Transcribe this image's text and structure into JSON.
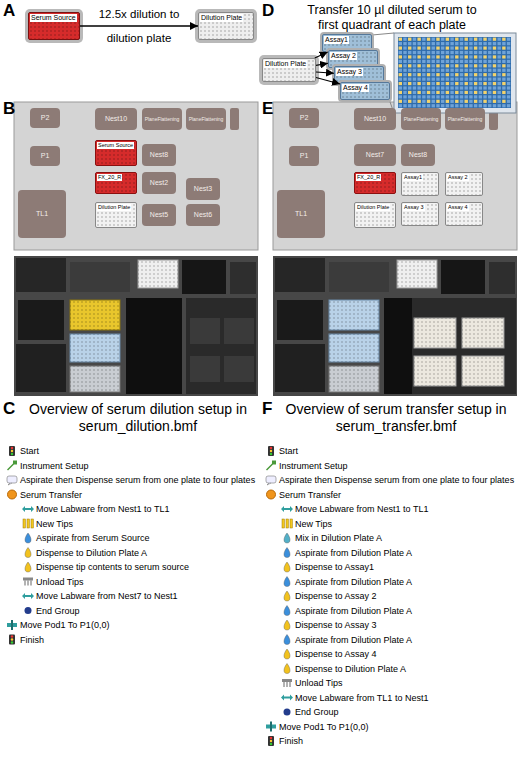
{
  "diagram": {
    "nodes": [
      {
        "text": [
          "Serum Source"
        ]
      },
      {
        "text": [
          "Dilution Plate"
        ]
      },
      {
        "text": [
          "Dilution Plate"
        ]
      },
      {
        "text": [
          "Assay1"
        ]
      },
      {
        "text": [
          "Assay 2"
        ]
      },
      {
        "text": [
          "Assay 3"
        ]
      },
      {
        "text": [
          "Assay 4"
        ]
      },
      {
        "text": [
          "P2"
        ]
      },
      {
        "text": [
          "P1"
        ]
      },
      {
        "text": [
          "TL1"
        ]
      },
      {
        "text": [
          "Nest10"
        ]
      },
      {
        "text": [
          "PlaneFlattening"
        ]
      },
      {
        "text": [
          "PlaneFlattening"
        ]
      },
      {
        "text": [
          "Serum Source"
        ]
      },
      {
        "text": [
          "Nest8"
        ]
      },
      {
        "text": [
          "FX_20_R"
        ]
      },
      {
        "text": [
          "Nest2"
        ]
      },
      {
        "text": [
          "Nest3"
        ]
      },
      {
        "text": [
          "Dilution Plate"
        ]
      },
      {
        "text": [
          "Nest5"
        ]
      },
      {
        "text": [
          "Nest6"
        ]
      },
      {
        "text": [
          "P2"
        ]
      },
      {
        "text": [
          "P1"
        ]
      },
      {
        "text": [
          "TL1"
        ]
      },
      {
        "text": [
          "Nest10"
        ]
      },
      {
        "text": [
          "PlaneFlattening"
        ]
      },
      {
        "text": [
          "PlaneFlattening"
        ]
      },
      {
        "text": [
          "Nest7"
        ]
      },
      {
        "text": [
          "Nest8"
        ]
      },
      {
        "text": [
          "FX_20_R"
        ]
      },
      {
        "text": [
          "Assay1"
        ]
      },
      {
        "text": [
          "Assay 2"
        ]
      },
      {
        "text": [
          "Dilution Plate"
        ]
      },
      {
        "text": [
          "Assay 3"
        ]
      },
      {
        "text": [
          "Assay 4"
        ]
      }
    ],
    "edges": [
      {
        "from": 0,
        "to": 1,
        "arrow": "to",
        "label": "12.5x dilution to dilution plate"
      },
      {
        "from": 2,
        "to": 3,
        "arrow": "to"
      },
      {
        "from": 2,
        "to": 4,
        "arrow": "to"
      },
      {
        "from": 2,
        "to": 5,
        "arrow": "to"
      },
      {
        "from": 2,
        "to": 6,
        "arrow": "to"
      }
    ],
    "labels": [
      "A",
      "D",
      "Transfer 10 µl diluted serum to first quadrant of each plate",
      "B",
      "E",
      "C",
      "Overview of serum dilution setup in serum_dilution.bmf",
      "F",
      "Overview of serum transfer setup in serum_transfer.bmf",
      "Start",
      "Instrument Setup",
      "Aspirate then Dispense serum from one plate to four plates",
      "Serum Transfer",
      "Move Labware from Nest1 to TL1",
      "New Tips",
      "Aspirate from Serum Source",
      "Dispense to Dilution Plate A",
      "Dispense tip contents to serum source",
      "Unload Tips",
      "Move Labware from Nest7 to Nest1",
      "End Group",
      "Move Pod1 To P1(0,0)",
      "Finish",
      "Start",
      "Instrument Setup",
      "Aspirate then Dispense serum from one plate to four plates",
      "Serum Transfer",
      "Move Labware from Nest1 to TL1",
      "New Tips",
      "Mix in Dilution Plate A",
      "Aspirate from Dilution Plate A",
      "Dispense to Assay1",
      "Aspirate from Dilution Plate A",
      "Dispense to Assay 2",
      "Aspirate from Dilution Plate A",
      "Dispense to Assay 3",
      "Aspirate from Dilution Plate A",
      "Dispense to Assay 4",
      "Dispense to Dilution Plate A",
      "Unload Tips",
      "Move Labware from TL1 to Nest1",
      "End Group",
      "Move Pod1 To P1(0,0)",
      "Finish"
    ]
  }
}
